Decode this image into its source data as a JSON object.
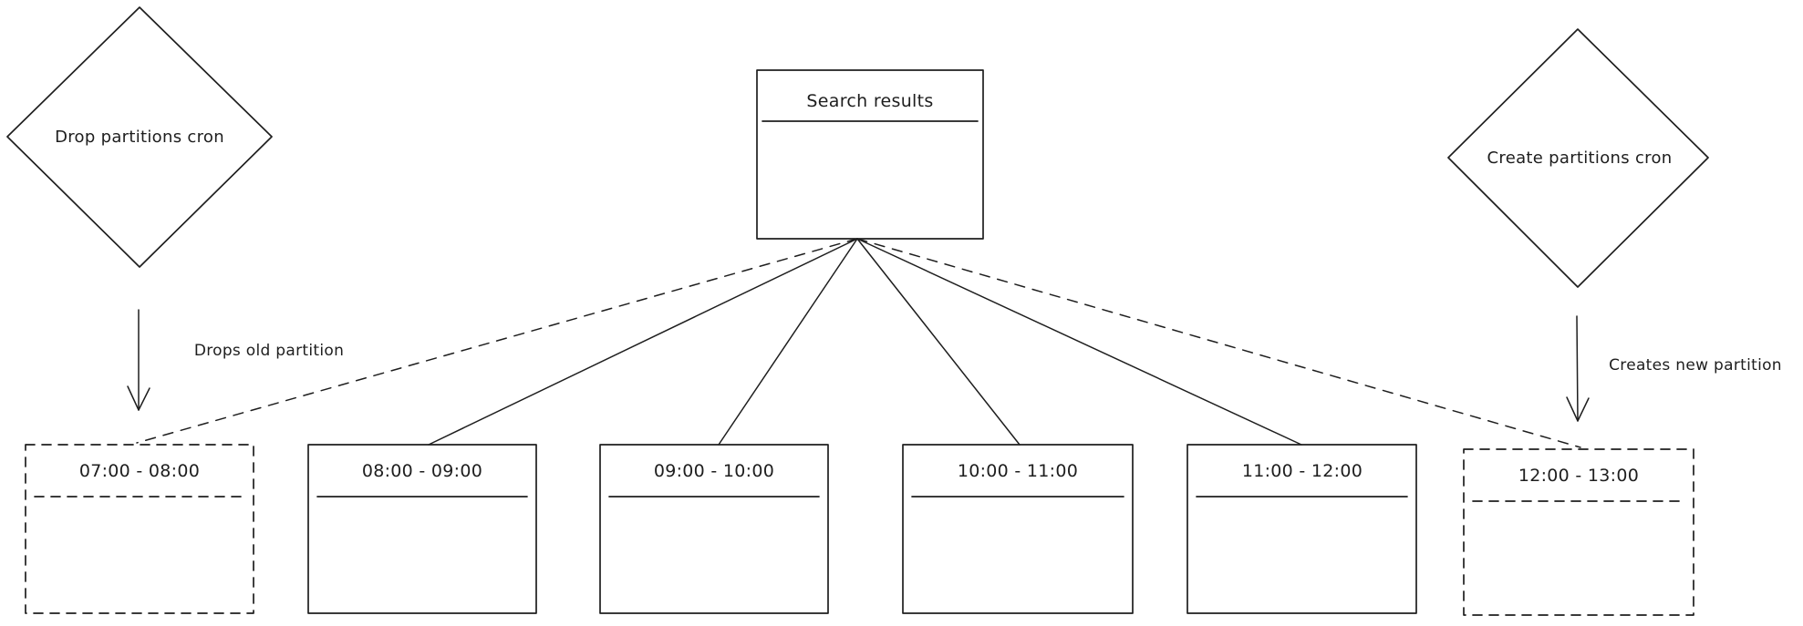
{
  "diagram": {
    "background": "#ffffff",
    "stroke_color": "#1e1e1e",
    "left_diamond": {
      "label": "Drop partitions cron"
    },
    "right_diamond": {
      "label": "Create partitions cron"
    },
    "search_box": {
      "title": "Search results"
    },
    "left_arrow": {
      "label": "Drops old partition"
    },
    "right_arrow": {
      "label": "Creates new partition"
    },
    "partitions": [
      {
        "label": "07:00 - 08:00",
        "style": "dashed"
      },
      {
        "label": "08:00 - 09:00",
        "style": "solid"
      },
      {
        "label": "09:00 - 10:00",
        "style": "solid"
      },
      {
        "label": "10:00 - 11:00",
        "style": "solid"
      },
      {
        "label": "11:00 - 12:00",
        "style": "solid"
      },
      {
        "label": "12:00 - 13:00",
        "style": "dashed"
      }
    ],
    "connections": [
      {
        "from": "Search results",
        "to": "07:00 - 08:00",
        "style": "dashed"
      },
      {
        "from": "Search results",
        "to": "08:00 - 09:00",
        "style": "solid"
      },
      {
        "from": "Search results",
        "to": "09:00 - 10:00",
        "style": "solid"
      },
      {
        "from": "Search results",
        "to": "10:00 - 11:00",
        "style": "solid"
      },
      {
        "from": "Search results",
        "to": "11:00 - 12:00",
        "style": "solid"
      },
      {
        "from": "Search results",
        "to": "12:00 - 13:00",
        "style": "dashed"
      }
    ]
  }
}
